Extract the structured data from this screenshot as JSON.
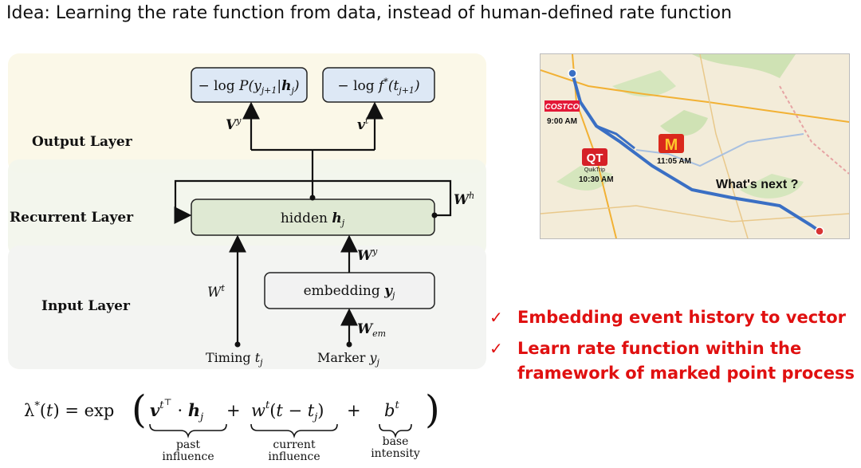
{
  "title": "Idea: Learning the rate function from data, instead of human-defined rate function",
  "diagram": {
    "layers": {
      "output": "Output Layer",
      "recurrent": "Recurrent Layer",
      "input": "Input Layer"
    },
    "boxes": {
      "loss_marker": "− log P(y_{j+1}|h_j)",
      "loss_timing": "− log f*(t_{j+1})",
      "hidden": "hidden h_j",
      "embedding": "embedding y_j"
    },
    "weights": {
      "vy": "V^y",
      "vt": "v^t",
      "wh": "W^h",
      "wy": "W^y",
      "wt": "W^t",
      "wem": "W_em"
    },
    "inputs": {
      "timing": "Timing t_j",
      "marker": "Marker y_j"
    }
  },
  "map": {
    "labels": {
      "costco": "COSTCO",
      "costco_time": "9:00 AM",
      "qt": "QT",
      "qt_sub": "QuikTrip",
      "qt_time": "10:30 AM",
      "mcd": "M",
      "mcd_time": "11:05 AM",
      "question": "What's next ?"
    },
    "colors": {
      "land": "#f3ecd9",
      "route": "#3a6fc4",
      "highway": "#f2b134"
    }
  },
  "bullets": [
    "Embedding event history to vector",
    "Learn rate function within the framework of marked point process"
  ],
  "bullet_lines": [
    [
      "Embedding event history to vector"
    ],
    [
      "Learn rate function within the",
      "framework of marked point process"
    ]
  ],
  "formula": {
    "lhs": "λ*(t) = exp",
    "term1": "v^{t⊤} · h_j",
    "term2": "w^t(t − t_j)",
    "term3": "b^t",
    "brace1_labels": [
      "past",
      "influence"
    ],
    "brace2_labels": [
      "current",
      "influence"
    ],
    "brace3_labels": [
      "base",
      "intensity"
    ]
  },
  "colors": {
    "accent_red": "#e01010",
    "hidden_box": "#dfe9d3",
    "loss_box": "#dde8f5",
    "embed_box": "#f2f2f2"
  }
}
